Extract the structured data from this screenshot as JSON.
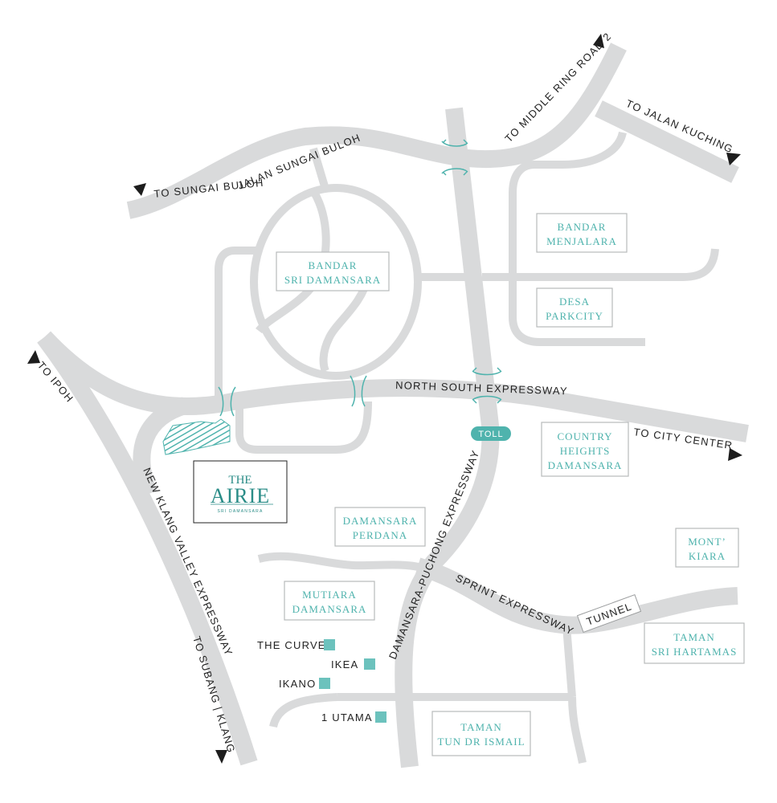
{
  "roads": {
    "jalan_sungai_buloh": "JALAN SUNGAI BULOH",
    "to_sungai_buloh": "TO SUNGAI BULOH",
    "to_middle_ring_road_2": "TO MIDDLE RING ROAD 2",
    "to_jalan_kuching": "TO JALAN KUCHING",
    "to_ipoh": "TO IPOH",
    "north_south_expressway": "NORTH SOUTH EXPRESSWAY",
    "to_city_center": "TO CITY CENTER",
    "toll": "TOLL",
    "nkve": "NEW KLANG VALLEY EXPRESSWAY",
    "to_subang_klang": "TO SUBANG | KLANG",
    "ldp": "DAMANSARA-PUCHONG EXPRESSWAY",
    "sprint": "SPRINT EXPRESSWAY",
    "tunnel": "TUNNEL"
  },
  "areas": {
    "bandar_sri_damansara": [
      "BANDAR",
      "SRI DAMANSARA"
    ],
    "bandar_menjalara": [
      "BANDAR",
      "MENJALARA"
    ],
    "desa_parkcity": [
      "DESA",
      "PARKCITY"
    ],
    "country_heights": [
      "COUNTRY",
      "HEIGHTS",
      "DAMANSARA"
    ],
    "damansara_perdana": [
      "DAMANSARA",
      "PERDANA"
    ],
    "mont_kiara": [
      "MONT’",
      "KIARA"
    ],
    "mutiara_damansara": [
      "MUTIARA",
      "DAMANSARA"
    ],
    "taman_sri_hartamas": [
      "TAMAN",
      "SRI HARTAMAS"
    ],
    "taman_tun_dr_ismail": [
      "TAMAN",
      "TUN DR ISMAIL"
    ]
  },
  "poi": {
    "the_curve": "THE CURVE",
    "ikea": "IKEA",
    "ikano": "IKANO",
    "one_utama": "1 UTAMA"
  },
  "logo": {
    "the": "THE",
    "airie": "AIRIE",
    "sub": "SRI DAMANSARA"
  },
  "colors": {
    "road": "#d9dadb",
    "accent": "#4fb3ad",
    "text": "#222222"
  }
}
